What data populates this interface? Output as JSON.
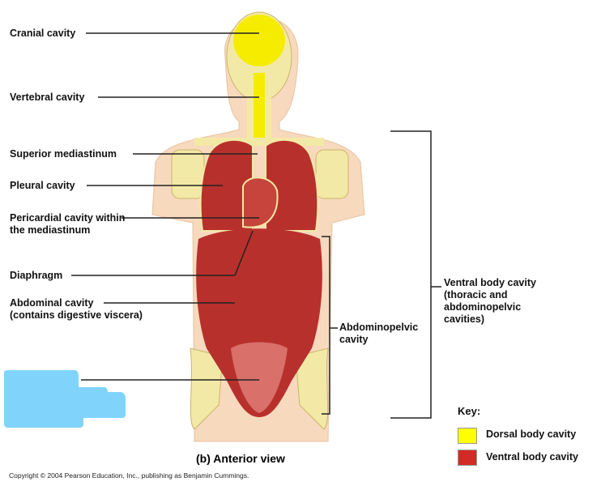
{
  "labels": {
    "cranial": "Cranial cavity",
    "vertebral": "Vertebral cavity",
    "superior_mediastinum": "Superior mediastinum",
    "pleural": "Pleural cavity",
    "pericardial_1": "Pericardial cavity within",
    "pericardial_2": "the mediastinum",
    "diaphragm": "Diaphragm",
    "abdominal_1": "Abdominal cavity",
    "abdominal_2": "(contains digestive viscera)",
    "abdominopelvic_1": "Abdominopelvic",
    "abdominopelvic_2": "cavity",
    "ventral_1": "Ventral body cavity",
    "ventral_2": "(thoracic and",
    "ventral_3": "abdominopelvic",
    "ventral_4": "cavities)"
  },
  "caption": "(b) Anterior view",
  "key": {
    "title": "Key:",
    "items": [
      {
        "label": "Dorsal body cavity",
        "color": "#ffff00"
      },
      {
        "label": "Ventral body cavity",
        "color": "#d22b25"
      }
    ]
  },
  "copyright": "Copyright © 2004 Pearson Education, Inc., publishing as Benjamin Cummings.",
  "colors": {
    "skin": "#f7d9bd",
    "bone": "#f3e9a6",
    "organ": "#b8302c",
    "redaction": "#80d4fb"
  }
}
